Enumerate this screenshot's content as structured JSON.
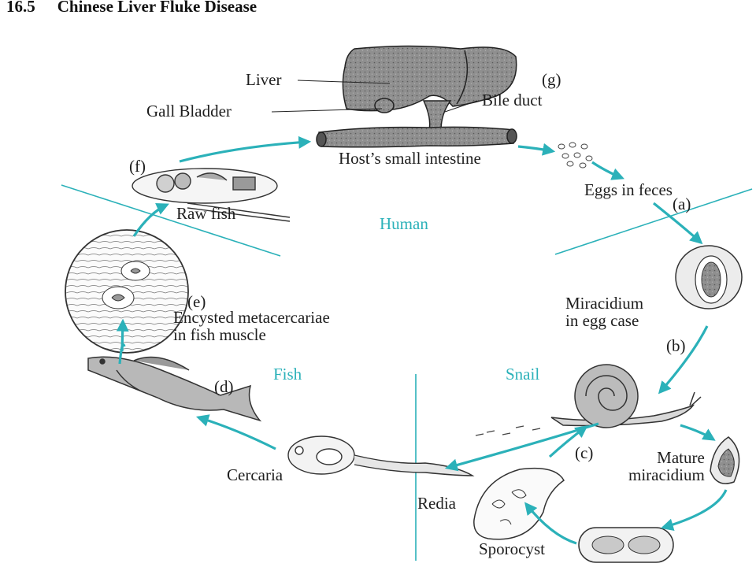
{
  "heading": {
    "number": "16.5",
    "title": "Chinese Liver Fluke Disease"
  },
  "zones": {
    "human": "Human",
    "fish": "Fish",
    "snail": "Snail"
  },
  "labels": {
    "liver": "Liver",
    "gall_bladder": "Gall Bladder",
    "bile_duct": "Bile duct",
    "g": "(g)",
    "host_intestine": "Host’s small intestine",
    "eggs_in_feces": "Eggs in feces",
    "a": "(a)",
    "miracidium_egg": "Miracidium\nin egg case",
    "b": "(b)",
    "c": "(c)",
    "mature_miracidium": "Mature\nmiracidium",
    "sporocyst": "Sporocyst",
    "redia": "Redia",
    "cercaria": "Cercaria",
    "d": "(d)",
    "e": "(e)",
    "encysted": "Encysted metacercariae\nin fish muscle",
    "f": "(f)",
    "raw_fish": "Raw fish"
  },
  "colors": {
    "accent": "#2bb1b9",
    "ink": "#1e1e1e",
    "organ_fill": "#8c8c8c"
  }
}
